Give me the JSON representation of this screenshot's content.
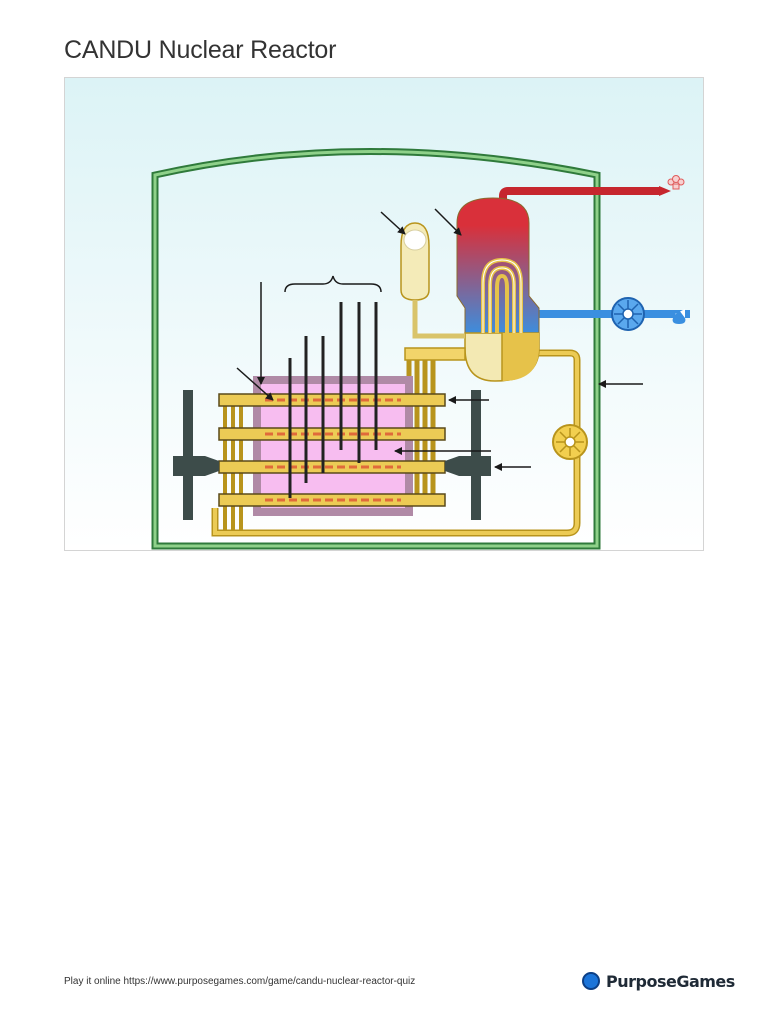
{
  "page": {
    "title": "CANDU Nuclear Reactor"
  },
  "diagram": {
    "icons": [
      "steam-icon",
      "water-drop-icon",
      "pump-icon"
    ],
    "colors": {
      "containment": "#7dc27a",
      "steam_hot": "#d9303a",
      "water_cold": "#3a8fe0",
      "heavy_water": "#e6c24a",
      "pressurizer": "#f4e9b0",
      "moderator": "#f7bdf0",
      "calandria": "#b08aa6",
      "fuel": "#e06a3a",
      "machine": "#3d4c4a"
    }
  },
  "footer": {
    "play_text": "Play it online https://www.purposegames.com/game/candu-nuclear-reactor-quiz",
    "brand": "PurposeGames"
  }
}
